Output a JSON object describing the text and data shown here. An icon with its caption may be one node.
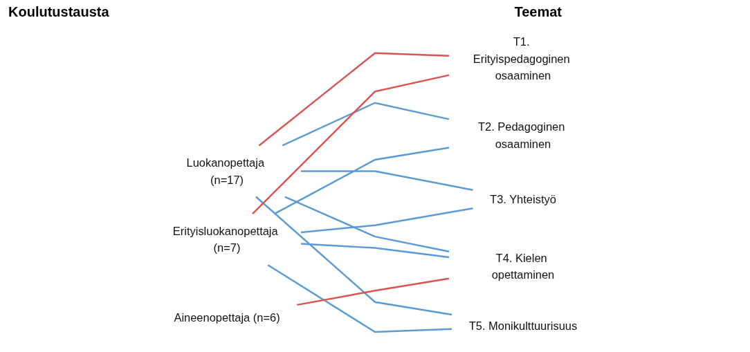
{
  "diagram": {
    "nodes": [
      {
        "text": [
          "Luokanopettaja (n=17)"
        ]
      },
      {
        "text": [
          "Erityisluokanopettaja (n=7)"
        ]
      },
      {
        "text": [
          "Aineenopettaja (n=6)"
        ]
      },
      {
        "text": [
          "T1. Erityispedagoginen osaaminen"
        ]
      },
      {
        "text": [
          "T2. Pedagoginen osaaminen"
        ]
      },
      {
        "text": [
          "T3. Yhteistyö"
        ]
      },
      {
        "text": [
          "T4. Kielen opettaminen"
        ]
      },
      {
        "text": [
          "T5. Monikulttuurisuus"
        ]
      }
    ],
    "edges": [
      {
        "from": 0,
        "to": 3,
        "arrow": "none",
        "color": "#d9534f"
      },
      {
        "from": 0,
        "to": 4,
        "arrow": "none"
      },
      {
        "from": 0,
        "to": 5,
        "arrow": "none"
      },
      {
        "from": 0,
        "to": 6,
        "arrow": "none"
      },
      {
        "from": 0,
        "to": 7,
        "arrow": "none"
      },
      {
        "from": 1,
        "to": 3,
        "arrow": "none",
        "color": "#d9534f"
      },
      {
        "from": 1,
        "to": 4,
        "arrow": "none"
      },
      {
        "from": 1,
        "to": 5,
        "arrow": "none"
      },
      {
        "from": 1,
        "to": 6,
        "arrow": "none"
      },
      {
        "from": 1,
        "to": 7,
        "arrow": "none"
      },
      {
        "from": 2,
        "to": 6,
        "arrow": "none",
        "color": "#d9534f"
      }
    ],
    "labels": [
      "Koulutustausta",
      "Teemat"
    ]
  }
}
